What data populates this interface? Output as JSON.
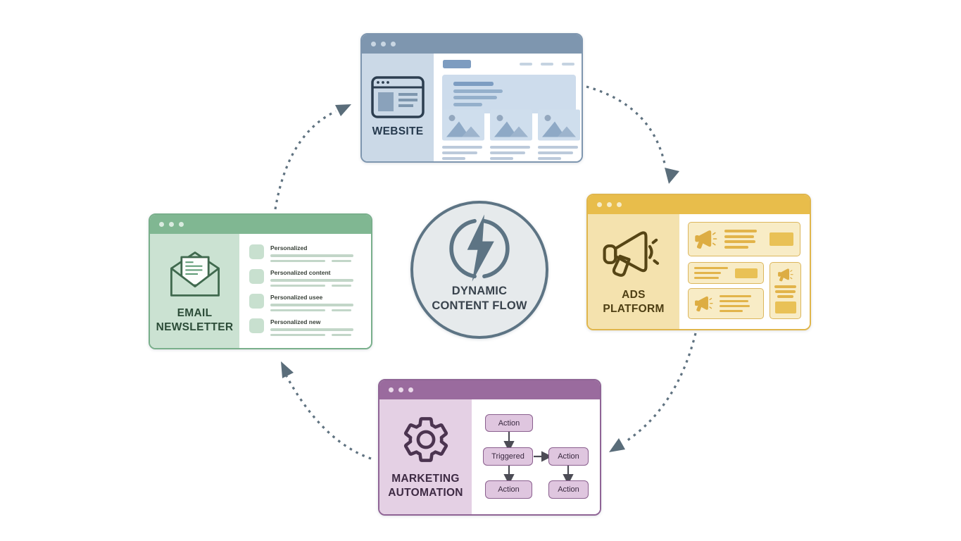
{
  "title": "Dynamic Content Flow Diagram",
  "center_badge": {
    "icon": "lightning-bolt-icon",
    "line1": "DYNAMIC",
    "line2": "CONTENT FLOW",
    "fill_color": "#e6eaec",
    "border_color": "#5d7484"
  },
  "cards": {
    "website": {
      "label": "WEBSITE",
      "icon": "browser-window-icon",
      "header_color": "#7e96af",
      "panel_color": "#cbd9e7"
    },
    "ads_platform": {
      "label_line1": "ADS",
      "label_line2": "PLATFORM",
      "icon": "megaphone-icon",
      "header_color": "#e8bd4b",
      "panel_color": "#f4e2ae"
    },
    "marketing_automation": {
      "label_line1": "MARKETING",
      "label_line2": "AUTOMATION",
      "icon": "gear-icon",
      "header_color": "#9a6b9e",
      "panel_color": "#e4d0e4",
      "flow_boxes": {
        "top": "Action",
        "mid_left": "Triggered",
        "mid_right": "Action",
        "bottom_left": "Action",
        "bottom_right": "Action"
      }
    },
    "email_newsletter": {
      "label_line1": "EMAIL",
      "label_line2": "NEWSLETTER",
      "icon": "open-envelope-icon",
      "header_color": "#80b792",
      "panel_color": "#cbe2d2",
      "items": [
        {
          "title": "Personalized"
        },
        {
          "title": "Personalized content"
        },
        {
          "title": "Personalized usee"
        },
        {
          "title": "Personalized new"
        }
      ]
    }
  },
  "arrows": {
    "style": "dotted-curved",
    "color": "#5f7280",
    "connections": [
      {
        "from": "email-newsletter",
        "to": "website"
      },
      {
        "from": "website",
        "to": "ads-platform"
      },
      {
        "from": "ads-platform",
        "to": "marketing-automation"
      },
      {
        "from": "marketing-automation",
        "to": "email-newsletter"
      }
    ]
  }
}
